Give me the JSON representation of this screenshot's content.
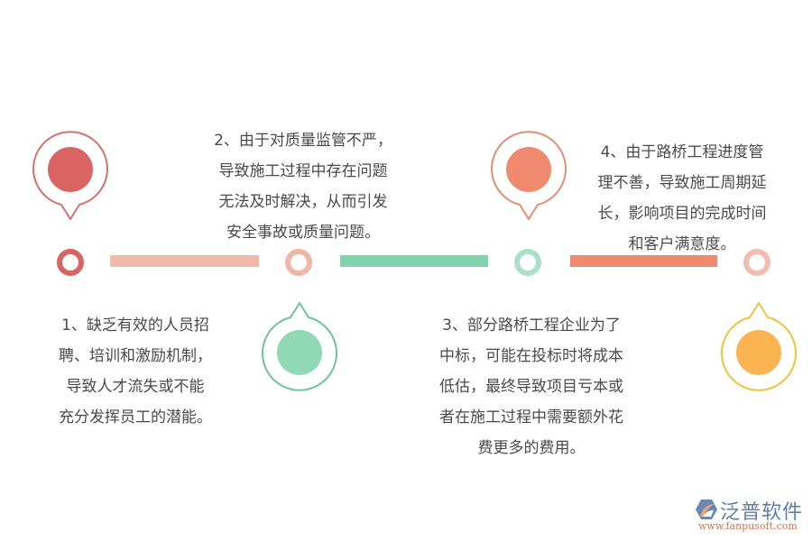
{
  "colors": {
    "step1": "#d96463",
    "step2_ring": "#f0b5a6",
    "step2_pin": "#6cc39c",
    "step2_pin_fill": "#8fd9b6",
    "step3_ring": "#a8e0c9",
    "step3_pin": "#e58c73",
    "step3_pin_fill": "#f08a6f",
    "step4_ring": "#f4bcb0",
    "step4_pin": "#f0c23a",
    "step4_pin_fill": "#fbb451",
    "bar1": "#f2b9a8",
    "bar2": "#7fd3ad",
    "bar3": "#f08a6f",
    "text": "#4a4a4a"
  },
  "steps": [
    {
      "number": "1",
      "lines": [
        "1、缺乏有效的人员招",
        "聘、培训和激励机制，",
        "导致人才流失或不能",
        "充分发挥员工的潜能。"
      ]
    },
    {
      "number": "2",
      "lines": [
        "2、由于对质量监管不严，",
        "导致施工过程中存在问题",
        "无法及时解决，从而引发",
        "安全事故或质量问题。"
      ]
    },
    {
      "number": "3",
      "lines": [
        "3、部分路桥工程企业为了",
        "中标，可能在投标时将成本",
        "低估，最终导致项目亏本或",
        "者在施工过程中需要额外花",
        "费更多的费用。"
      ]
    },
    {
      "number": "4",
      "lines": [
        "4、由于路桥工程进度管",
        "理不善，导致施工周期延",
        "长，影响项目的完成时间",
        "和客户满意度。"
      ]
    }
  ],
  "logo": {
    "name": "泛普软件",
    "url": "www.fanpusoft.com"
  }
}
